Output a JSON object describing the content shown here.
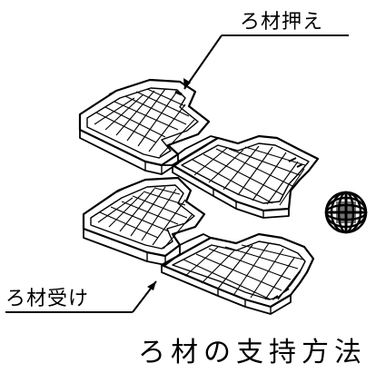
{
  "labels": {
    "top_plate": "ろ材押え",
    "bottom_plate": "ろ材受け"
  },
  "caption": "ろ材の支持方法",
  "colors": {
    "line": "#000000",
    "background": "#ffffff"
  },
  "icons": {
    "filter_media_ball": "lattice-sphere-icon"
  }
}
